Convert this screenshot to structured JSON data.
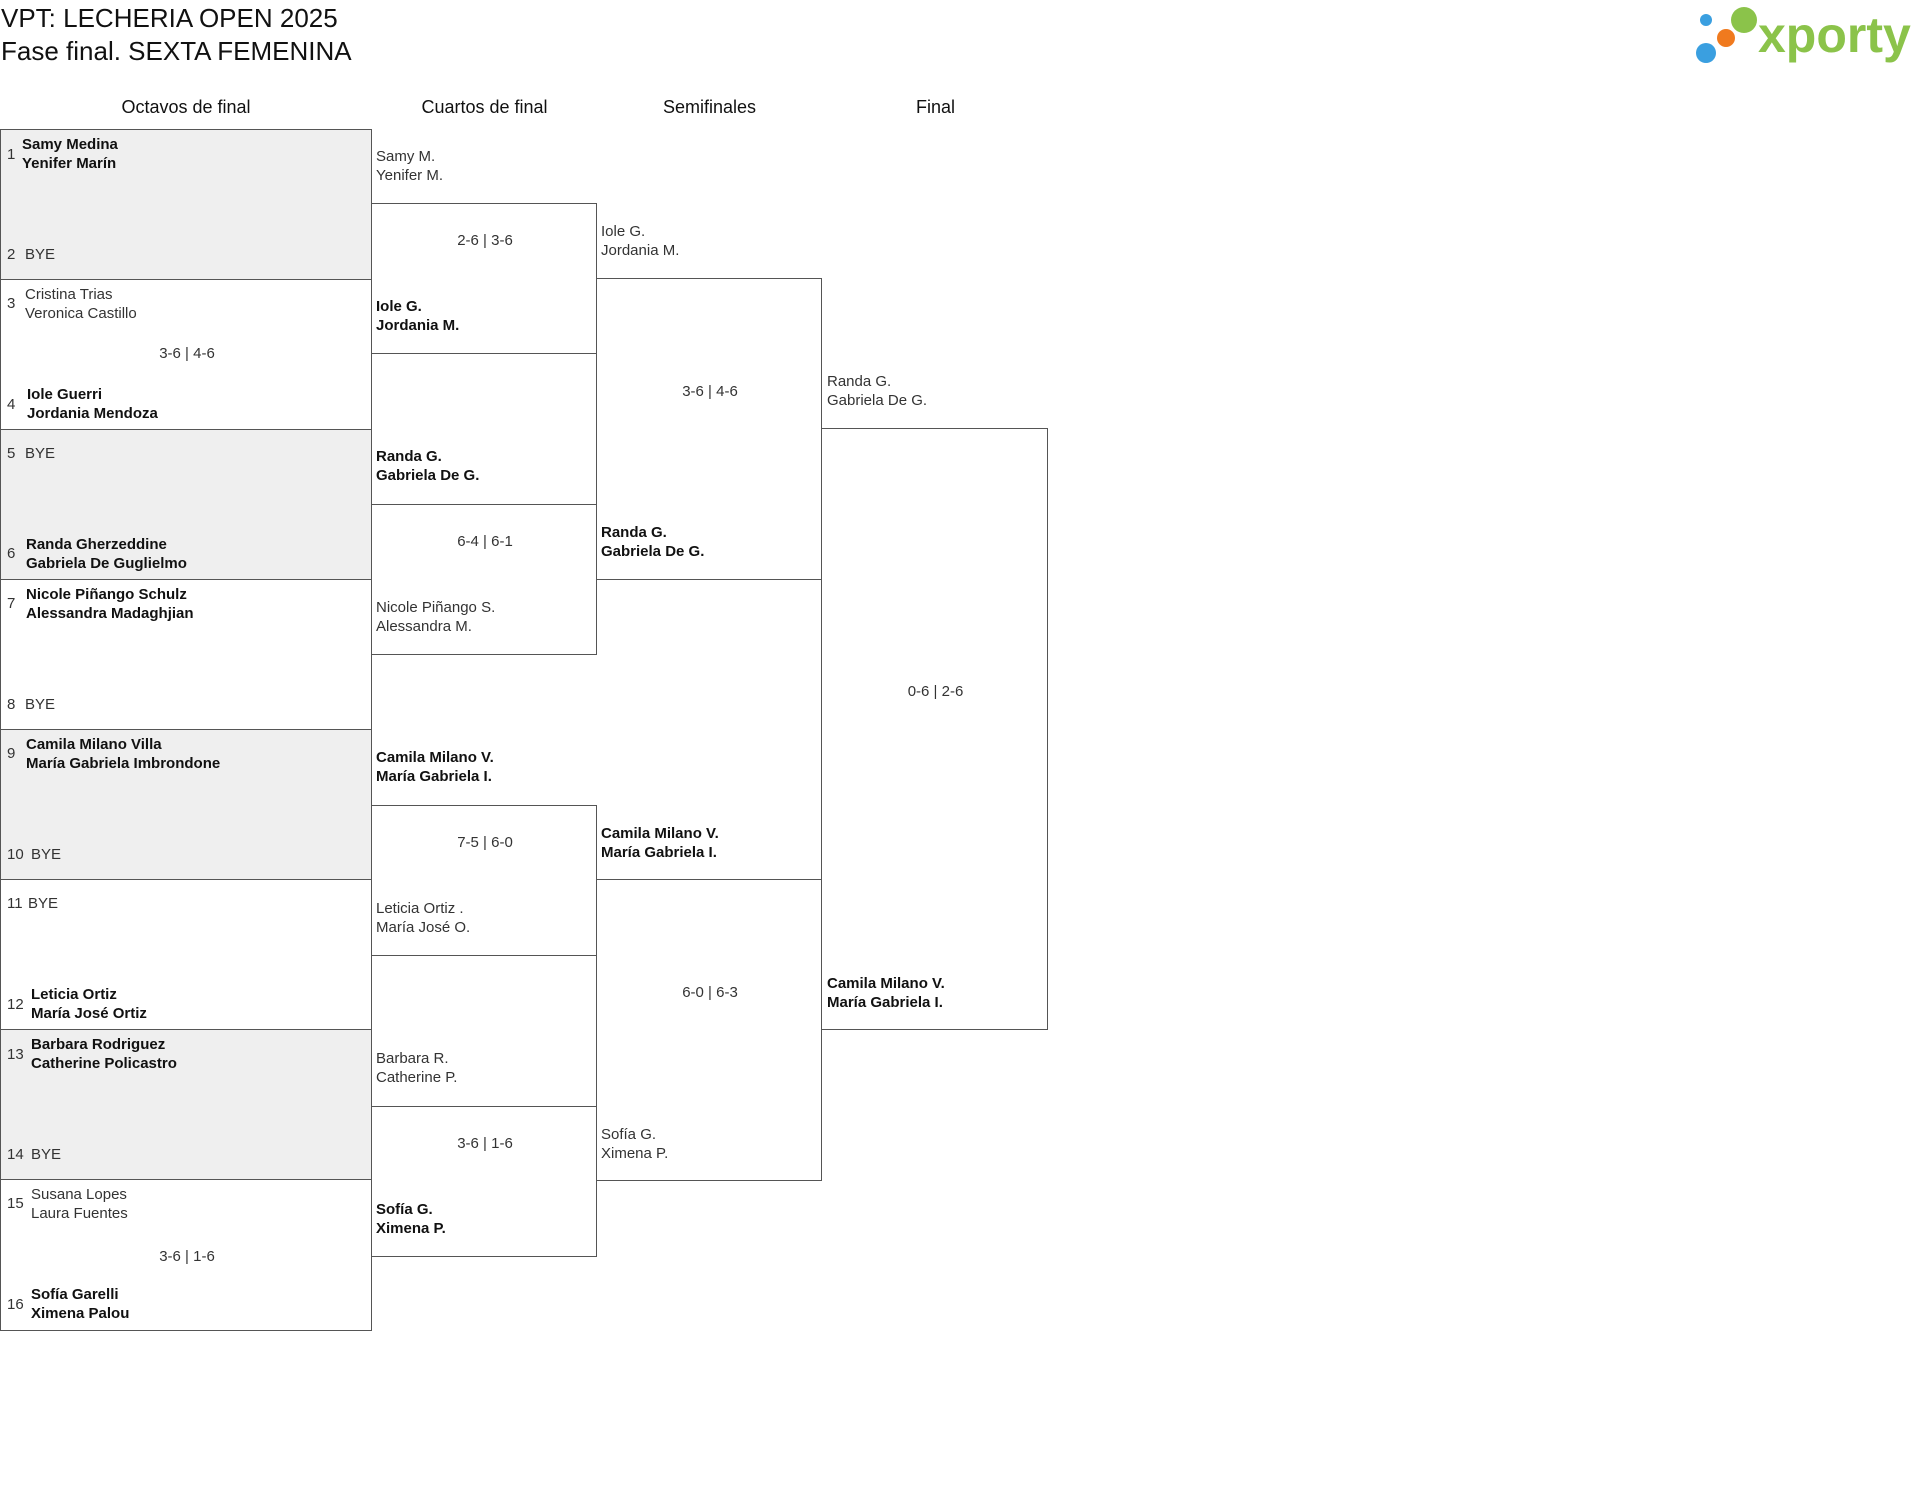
{
  "header": {
    "title_line1": "VPT: LECHERIA OPEN 2025",
    "title_line2": "Fase final. SEXTA FEMENINA",
    "logo_text": "xporty",
    "logo_colors": [
      "#3a9fe0",
      "#8bc34a",
      "#f07a1e"
    ]
  },
  "rounds": [
    "Octavos de final",
    "Cuartos de final",
    "Semifinales",
    "Final"
  ],
  "octavos": {
    "seeds": [
      "1",
      "2",
      "3",
      "4",
      "5",
      "6",
      "7",
      "8",
      "9",
      "10",
      "11",
      "12",
      "13",
      "14",
      "15",
      "16"
    ],
    "entries": [
      [
        "Samy Medina",
        "Yenifer Marín"
      ],
      [
        "BYE"
      ],
      [
        "Cristina Trias",
        "Veronica Castillo"
      ],
      [
        "Iole Guerri",
        "Jordania Mendoza"
      ],
      [
        "BYE"
      ],
      [
        "Randa Gherzeddine",
        "Gabriela De Guglielmo"
      ],
      [
        "Nicole Piñango Schulz",
        "Alessandra Madaghjian"
      ],
      [
        "BYE"
      ],
      [
        "Camila Milano Villa",
        "María Gabriela Imbrondone"
      ],
      [
        "BYE"
      ],
      [
        "BYE"
      ],
      [
        "Leticia Ortiz",
        "María José Ortiz"
      ],
      [
        "Barbara Rodriguez",
        "Catherine Policastro"
      ],
      [
        "BYE"
      ],
      [
        "Susana Lopes",
        "Laura Fuentes"
      ],
      [
        "Sofía Garelli",
        "Ximena Palou"
      ]
    ],
    "scores": [
      "",
      "3-6 | 4-6",
      "",
      "",
      "",
      "",
      "",
      "3-6 | 1-6"
    ]
  },
  "cuartos": {
    "entries": [
      [
        "Samy M.",
        "Yenifer M."
      ],
      [
        "Iole G.",
        "Jordania M."
      ],
      [
        "Randa G.",
        "Gabriela De G."
      ],
      [
        "Nicole Piñango S.",
        "Alessandra M."
      ],
      [
        "Camila Milano V.",
        "María Gabriela I."
      ],
      [
        "Leticia Ortiz .",
        "María José O."
      ],
      [
        "Barbara R.",
        "Catherine P."
      ],
      [
        "Sofía G.",
        "Ximena P."
      ]
    ],
    "scores": [
      "2-6 | 3-6",
      "6-4 | 6-1",
      "7-5 | 6-0",
      "3-6 | 1-6"
    ]
  },
  "semis": {
    "entries": [
      [
        "Iole G.",
        "Jordania M."
      ],
      [
        "Randa G.",
        "Gabriela De G."
      ],
      [
        "Camila Milano V.",
        "María Gabriela I."
      ],
      [
        "Sofía G.",
        "Ximena P."
      ]
    ],
    "scores": [
      "3-6 | 4-6",
      "6-0 | 6-3"
    ]
  },
  "final": {
    "entries": [
      [
        "Randa G.",
        "Gabriela De G."
      ],
      [
        "Camila Milano V.",
        "María Gabriela I."
      ]
    ],
    "scores": [
      "0-6 | 2-6"
    ]
  }
}
